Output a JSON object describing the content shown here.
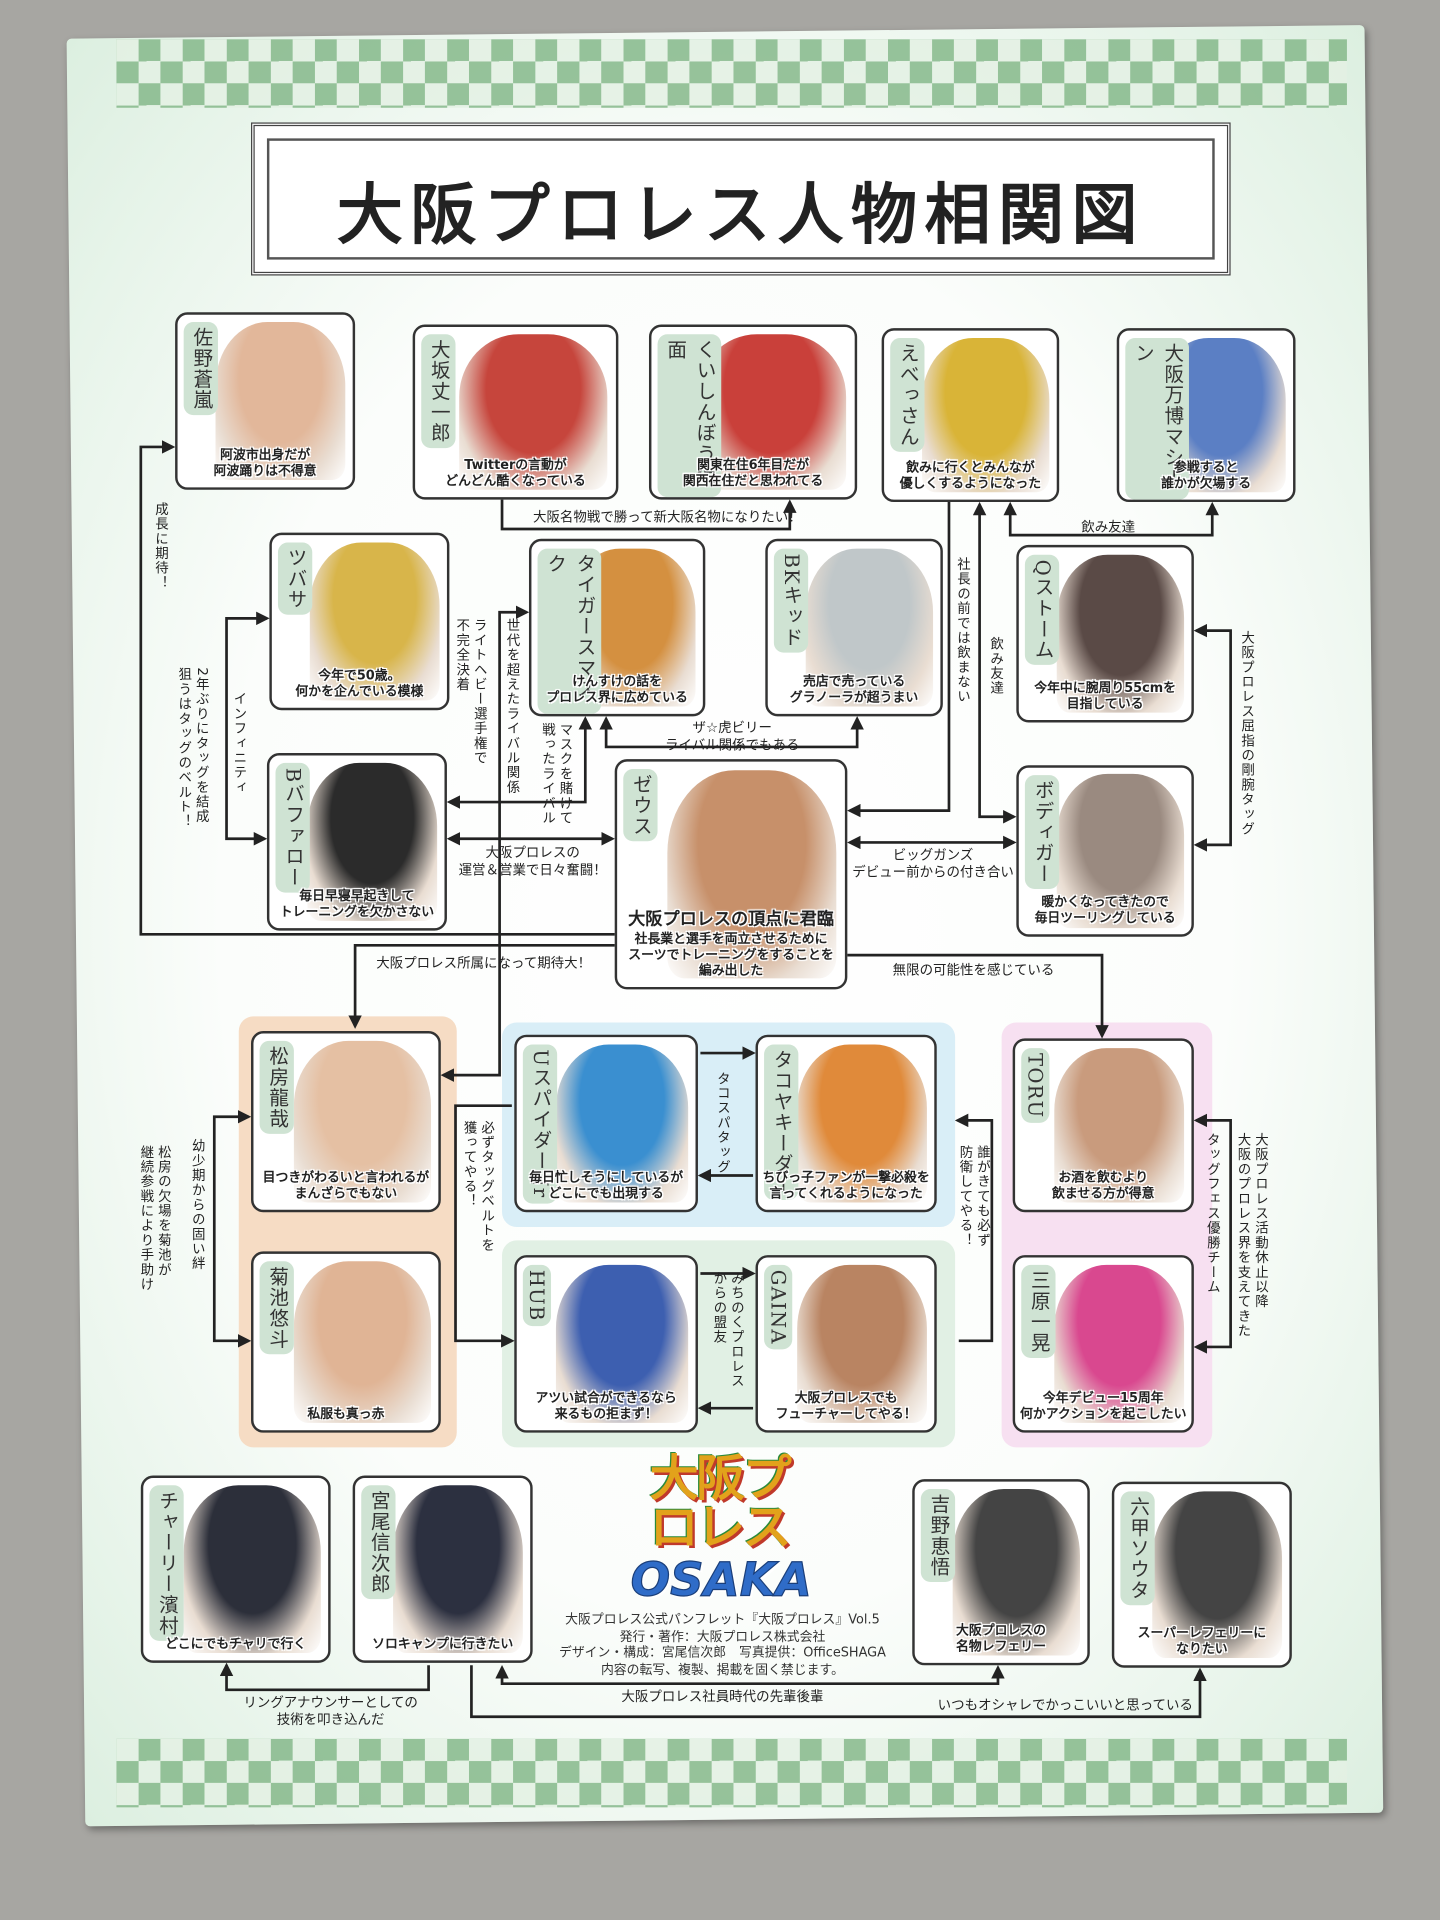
{
  "title": "大阪プロレス人物相関図",
  "colors": {
    "frame": "#333333",
    "nametag": "#cfe3d3",
    "checker": "#86b98b",
    "group_orange": "#f6dcc4",
    "group_blue": "#d9eef7",
    "group_green": "#e1f0e4",
    "group_pink": "#f7e0f1"
  },
  "cards": [
    {
      "name": "佐野蒼嵐",
      "caption": "阿波市出身だが\n阿波踊りは不得意",
      "tint": "#e2b79a"
    },
    {
      "name": "大坂丈一郎",
      "caption": "Twitterの言動が\nどんどん酷くなっている",
      "tint": "#c6453c"
    },
    {
      "name": "くいしんぼう仮面",
      "caption": "関東在住6年目だが\n関西在住だと思われてる",
      "tint": "#c9403a"
    },
    {
      "name": "えべっさん",
      "caption": "飲みに行くとみんなが\n優しくするようになった",
      "tint": "#d9b437"
    },
    {
      "name": "大阪万博マシーン",
      "caption": "参戦すると\n誰かが欠場する",
      "tint": "#5b7fc4"
    },
    {
      "name": "ツバサ",
      "caption": "今年で50歳。\n何かを企んでいる模様",
      "tint": "#d8b54a"
    },
    {
      "name": "タイガースマスク",
      "caption": "けんすけの話を\nプロレス界に広めている",
      "tint": "#d49040"
    },
    {
      "name": "BKキッド",
      "caption": "売店で売っている\nグラノーラが超うまい",
      "tint": "#c0c7c9"
    },
    {
      "name": "Qストーム",
      "caption": "今年中に腕周り55cmを\n目指している",
      "tint": "#5a4a46"
    },
    {
      "name": "Bバファロー",
      "caption": "毎日早寝早起きして\nトレーニングを欠かさない",
      "tint": "#2b2b2b"
    },
    {
      "name": "ゼウス",
      "caption_lead": "大阪プロレスの頂点に君臨",
      "caption": "社長業と選手を両立させるために\nスーツでトレーニングをすることを\n編み出した",
      "tint": "#c7906a"
    },
    {
      "name": "ボディガー",
      "caption": "暖かくなってきたので\n毎日ツーリングしている",
      "tint": "#9a8a80"
    },
    {
      "name": "松房龍哉",
      "caption": "目つきがわるいと言われるが\nまんざらでもない",
      "tint": "#e5c0a3"
    },
    {
      "name": "菊池悠斗",
      "caption": "私服も真っ赤",
      "tint": "#e0b495"
    },
    {
      "name": "Uスパイダー Jr",
      "caption": "毎日忙しそうにしているが\nどこにでも出現する",
      "tint": "#3a8fd0"
    },
    {
      "name": "タコヤキーダー",
      "caption": "ちびっ子ファンが一撃必殺を\n言ってくれるようになった",
      "tint": "#e08a3a"
    },
    {
      "name": "HUB",
      "caption": "アツい試合ができるなら\n来るもの拒まず！",
      "tint": "#3d5fb0"
    },
    {
      "name": "GAINA",
      "caption": "大阪プロレスでも\nフューチャーしてやる！",
      "tint": "#b98462"
    },
    {
      "name": "TORU",
      "caption": "お酒を飲むより\n飲ませる方が得意",
      "tint": "#c99b7d"
    },
    {
      "name": "三原一晃",
      "caption": "今年デビュー15周年\n何かアクションを起こしたい",
      "tint": "#d9488f"
    },
    {
      "name": "チャーリー濱村",
      "caption": "どこにでもチャリで行く",
      "tint": "#2c2f3a"
    },
    {
      "name": "宮尾信次郎",
      "caption": "ソロキャンプに行きたい",
      "tint": "#2c3040"
    },
    {
      "name": "吉野恵悟",
      "caption": "大阪プロレスの\n名物レフェリー",
      "tint": "#444444"
    },
    {
      "name": "六甲ソウタ",
      "caption": "スーパーレフェリーに\nなりたい",
      "tint": "#444444"
    }
  ],
  "relations": [
    "成長に期待！",
    "大阪名物戦で勝って新大阪名物になりたい！",
    "飲み友達",
    "社長の前では飲まない",
    "飲み友達",
    "ザ☆虎ビリー\nライバル関係でもある",
    "マスクを賭けて\n戦ったライバル",
    "世代を超えたライバル関係",
    "ライトヘビー選手権で\n不完全決着",
    "インフィニティ",
    "2年ぶりにタッグを結成\n狙うはタッグのベルト！",
    "大阪プロレスの\n運営＆営業で日々奮闘！",
    "ビッグガンズ\nデビュー前からの付き合い",
    "大阪プロレス屈指の剛腕タッグ",
    "大阪プロレス所属になって期待大！",
    "無限の可能性を感じている",
    "幼少期からの固い絆",
    "松房の欠場を菊池が\n継続参戦により手助け",
    "必ずタッグベルトを\n獲ってやる！",
    "タコスパタッグ",
    "みちのくプロレス\nからの盟友",
    "誰がきても必ず\n防衛してやる！",
    "タッグフェス優勝チーム",
    "大阪プロレス活動休止以降\n大阪のプロレス界を支えてきた",
    "リングアナウンサーとしての\n技術を叩き込んだ",
    "大阪プロレス社員時代の先輩後輩",
    "いつもオシャレでかっこいいと思っている"
  ],
  "logo": {
    "jp": "大阪プロレス",
    "en": "OSAKA"
  },
  "credits": [
    "大阪プロレス公式パンフレット『大阪プロレス』Vol.5",
    "発行・著作：大阪プロレス株式会社",
    "デザイン・構成：宮尾信次郎　写真提供：OfficeSHAGA",
    "内容の転写、複製、掲載を固く禁じます。"
  ]
}
